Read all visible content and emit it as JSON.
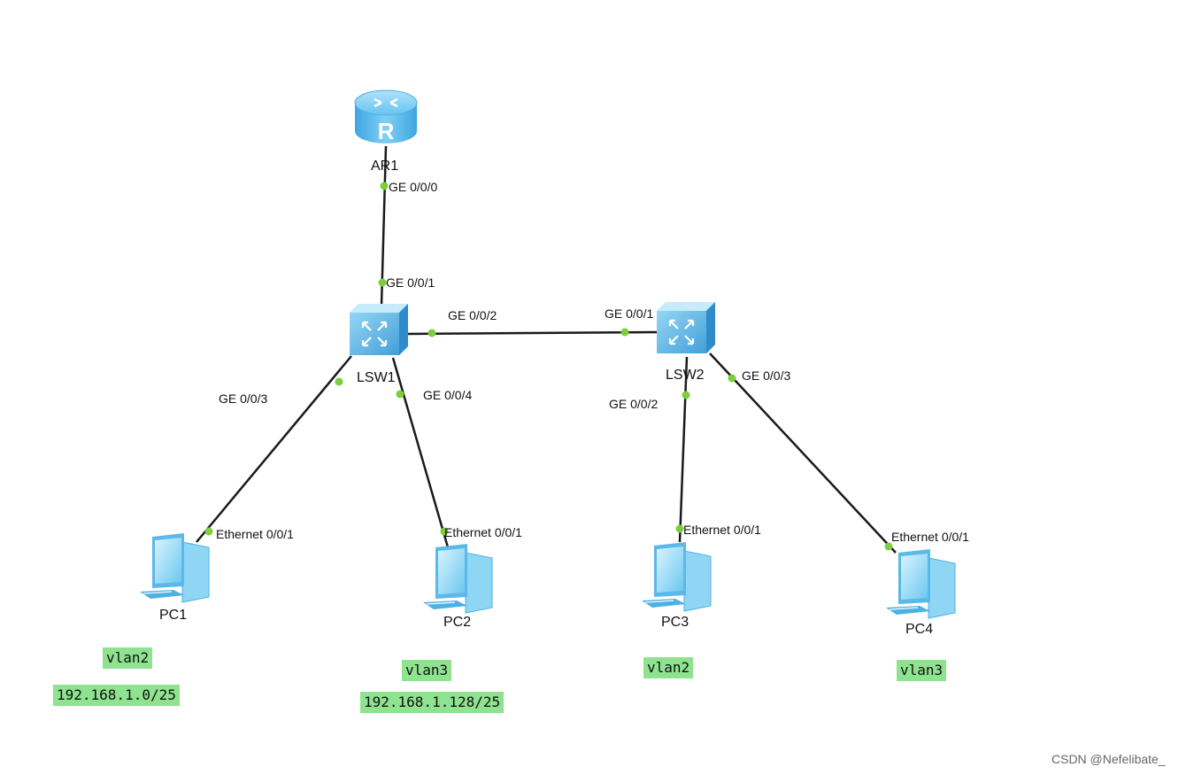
{
  "devices": {
    "router": "AR1",
    "switch1": "LSW1",
    "switch2": "LSW2",
    "pc1": "PC1",
    "pc2": "PC2",
    "pc3": "PC3",
    "pc4": "PC4"
  },
  "ports": {
    "ar1_ge000": "GE 0/0/0",
    "lsw1_ge001": "GE 0/0/1",
    "lsw1_ge002": "GE 0/0/2",
    "lsw1_ge003": "GE 0/0/3",
    "lsw1_ge004": "GE 0/0/4",
    "lsw2_ge001": "GE 0/0/1",
    "lsw2_ge002": "GE 0/0/2",
    "lsw2_ge003": "GE 0/0/3",
    "pc1_eth": "Ethernet 0/0/1",
    "pc2_eth": "Ethernet 0/0/1",
    "pc3_eth": "Ethernet 0/0/1",
    "pc4_eth": "Ethernet 0/0/1"
  },
  "annotations": {
    "pc1_vlan": "vlan2",
    "pc1_subnet": "192.168.1.0/25",
    "pc2_vlan": "vlan3",
    "pc2_subnet": "192.168.1.128/25",
    "pc3_vlan": "vlan2",
    "pc4_vlan": "vlan3"
  },
  "watermark": "CSDN @Nefelibate_",
  "colors": {
    "link": "#1a1a1a",
    "port_dot": "#7ccf3c",
    "tag_bg": "#8fe28f",
    "device_blue": "#5bb8ea"
  }
}
